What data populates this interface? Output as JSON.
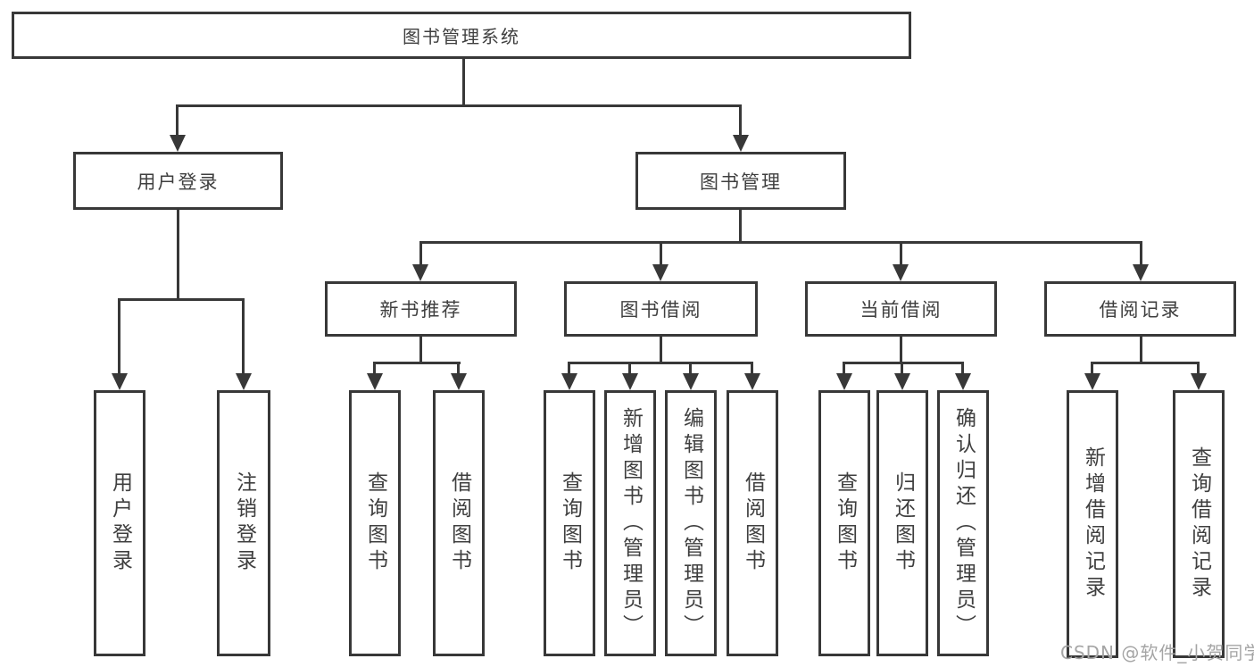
{
  "diagram": {
    "root": "图书管理系统",
    "level2": [
      "用户登录",
      "图书管理"
    ],
    "level3": [
      "新书推荐",
      "图书借阅",
      "当前借阅",
      "借阅记录"
    ],
    "leaves": {
      "login": [
        "用户登录",
        "注销登录"
      ],
      "recommend": [
        "查询图书",
        "借阅图书"
      ],
      "borrow": [
        "查询图书",
        "新增图书（管理员）",
        "编辑图书（管理员）",
        "借阅图书"
      ],
      "current": [
        "查询图书",
        "归还图书",
        "确认归还（管理员）"
      ],
      "records": [
        "新增借阅记录",
        "查询借阅记录"
      ]
    }
  },
  "watermark": "CSDN @软件_小贺同学",
  "colors": {
    "line": "#383838",
    "text": "#3f3f3f",
    "watermark": "#a5a5a5",
    "background": "#ffffff"
  }
}
